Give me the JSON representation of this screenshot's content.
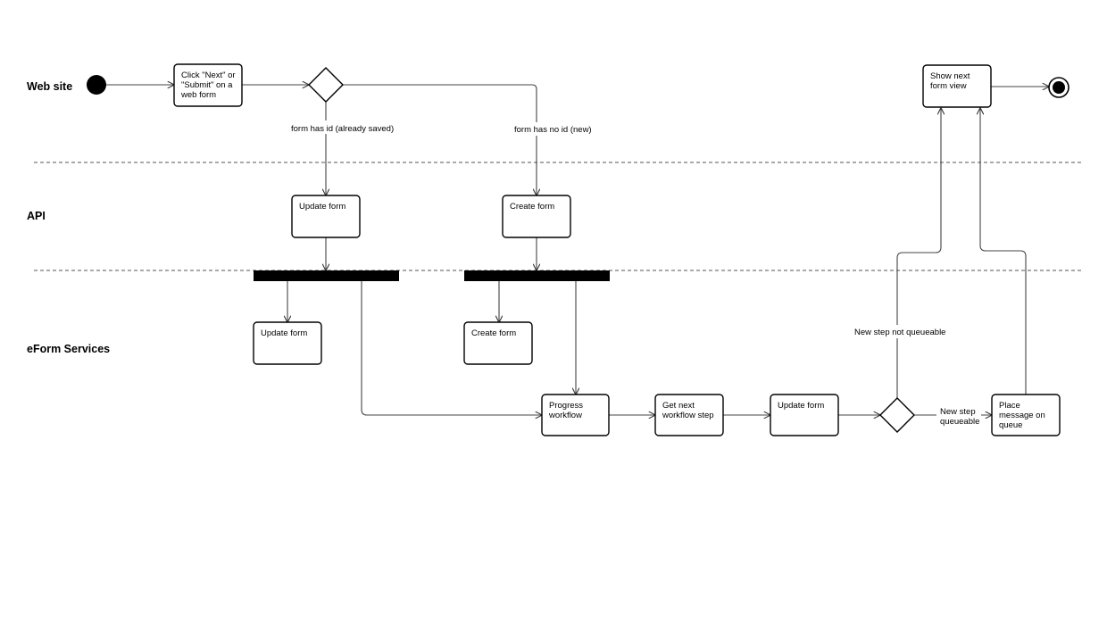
{
  "lanes": {
    "web_site": "Web site",
    "api": "API",
    "eform_services": "eForm Services"
  },
  "nodes": {
    "click_next": [
      "Click \"Next\" or",
      "\"Submit\" on a",
      "web form"
    ],
    "api_update_form": [
      "Update form"
    ],
    "api_create_form": [
      "Create form"
    ],
    "svc_update_form": [
      "Update form"
    ],
    "svc_create_form": [
      "Create form"
    ],
    "progress_workflow": [
      "Progress",
      "workflow"
    ],
    "get_next_step": [
      "Get next",
      "workflow step"
    ],
    "update_form_2": [
      "Update form"
    ],
    "place_message": [
      "Place",
      "message on",
      "queue"
    ],
    "show_next_view": [
      "Show next",
      "form view"
    ]
  },
  "edges": {
    "has_id": "form has id (already saved)",
    "no_id": "form has no id (new)",
    "not_queueable": "New step not queueable",
    "queueable": [
      "New step",
      "queueable"
    ]
  }
}
